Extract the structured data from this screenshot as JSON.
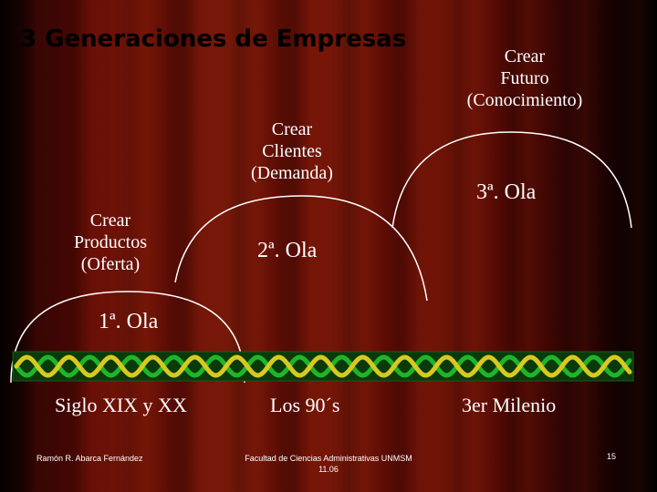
{
  "slide": {
    "title": "3 Generaciones de Empresas",
    "waves": [
      {
        "line1": "Crear",
        "line2": "Productos",
        "line3": "(Oferta)",
        "wave": "1ª. Ola",
        "era": "Siglo XIX y XX"
      },
      {
        "line1": "Crear",
        "line2": "Clientes",
        "line3": "(Demanda)",
        "wave": "2ª. Ola",
        "era": "Los 90´s"
      },
      {
        "line1": "Crear",
        "line2": "Futuro",
        "line3": "(Conocimiento)",
        "wave": "3ª. Ola",
        "era": "3er Milenio"
      }
    ],
    "footer": {
      "author": "Ramón R. Abarca Fernández",
      "faculty_line1": "Facultad de Ciencias Administrativas UNMSM",
      "faculty_line2": "11.06",
      "page_number": "15"
    },
    "colors": {
      "helix_green": "#1fb52a",
      "helix_gold": "#d8c820",
      "helix_band": "#0a3a0a",
      "text": "#ffffff"
    }
  }
}
